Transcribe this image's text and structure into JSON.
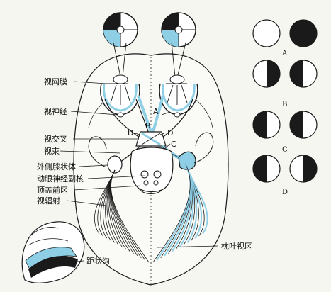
{
  "labels": {
    "retina": "视网膜",
    "optic_nerve": "视神经",
    "optic_chiasm": "视交叉",
    "optic_tract": "视束",
    "lateral_geniculate_body": "外侧膝状体",
    "oculomotor_accessory_nucleus": "动眼神经副核",
    "pretectal_area": "顶盖前区",
    "optic_radiation": "视辐射",
    "occipital_visual_area": "枕叶视区",
    "calcarine_sulcus": "距状沟"
  },
  "lesion_markers": {
    "A": "A",
    "B": "B",
    "C": "C",
    "D": "D"
  },
  "field_defect_rows": [
    {
      "letter": "A",
      "left": "blank",
      "right": "full-black"
    },
    {
      "letter": "B",
      "left": "right-half-black",
      "right": "left-half-black"
    },
    {
      "letter": "C",
      "left": "left-half-black",
      "right": "left-half-black"
    },
    {
      "letter": "D",
      "left": "left-half-black",
      "right": "right-half-black"
    }
  ],
  "colors": {
    "pathway_blue": "#8ecfe6",
    "line": "#1a1a1a",
    "background": "#f6f6f0"
  }
}
